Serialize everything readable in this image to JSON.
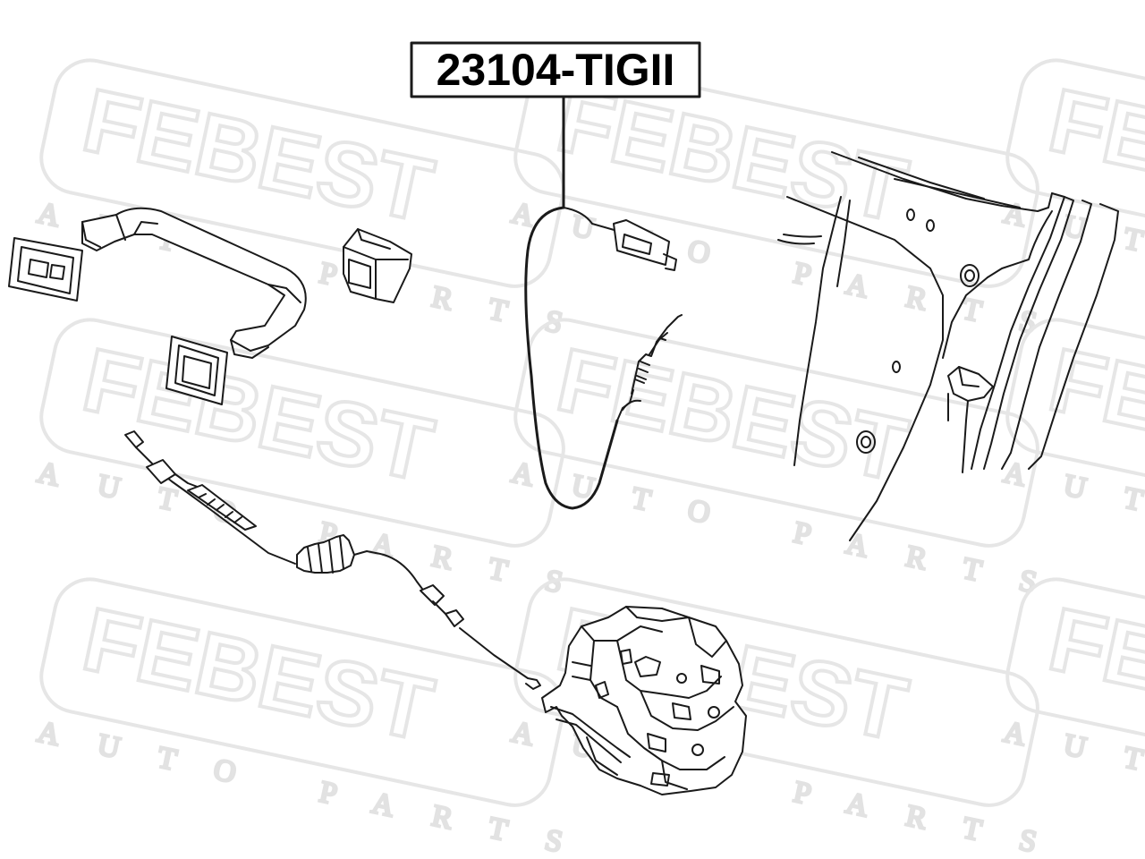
{
  "part_label": "23104-TIGII",
  "watermark": {
    "brand": "FEBEST",
    "tagline": "AUTO PARTS"
  },
  "colors": {
    "line": "#1a1a1a",
    "watermark": "#e6e6e6",
    "background": "#ffffff"
  }
}
